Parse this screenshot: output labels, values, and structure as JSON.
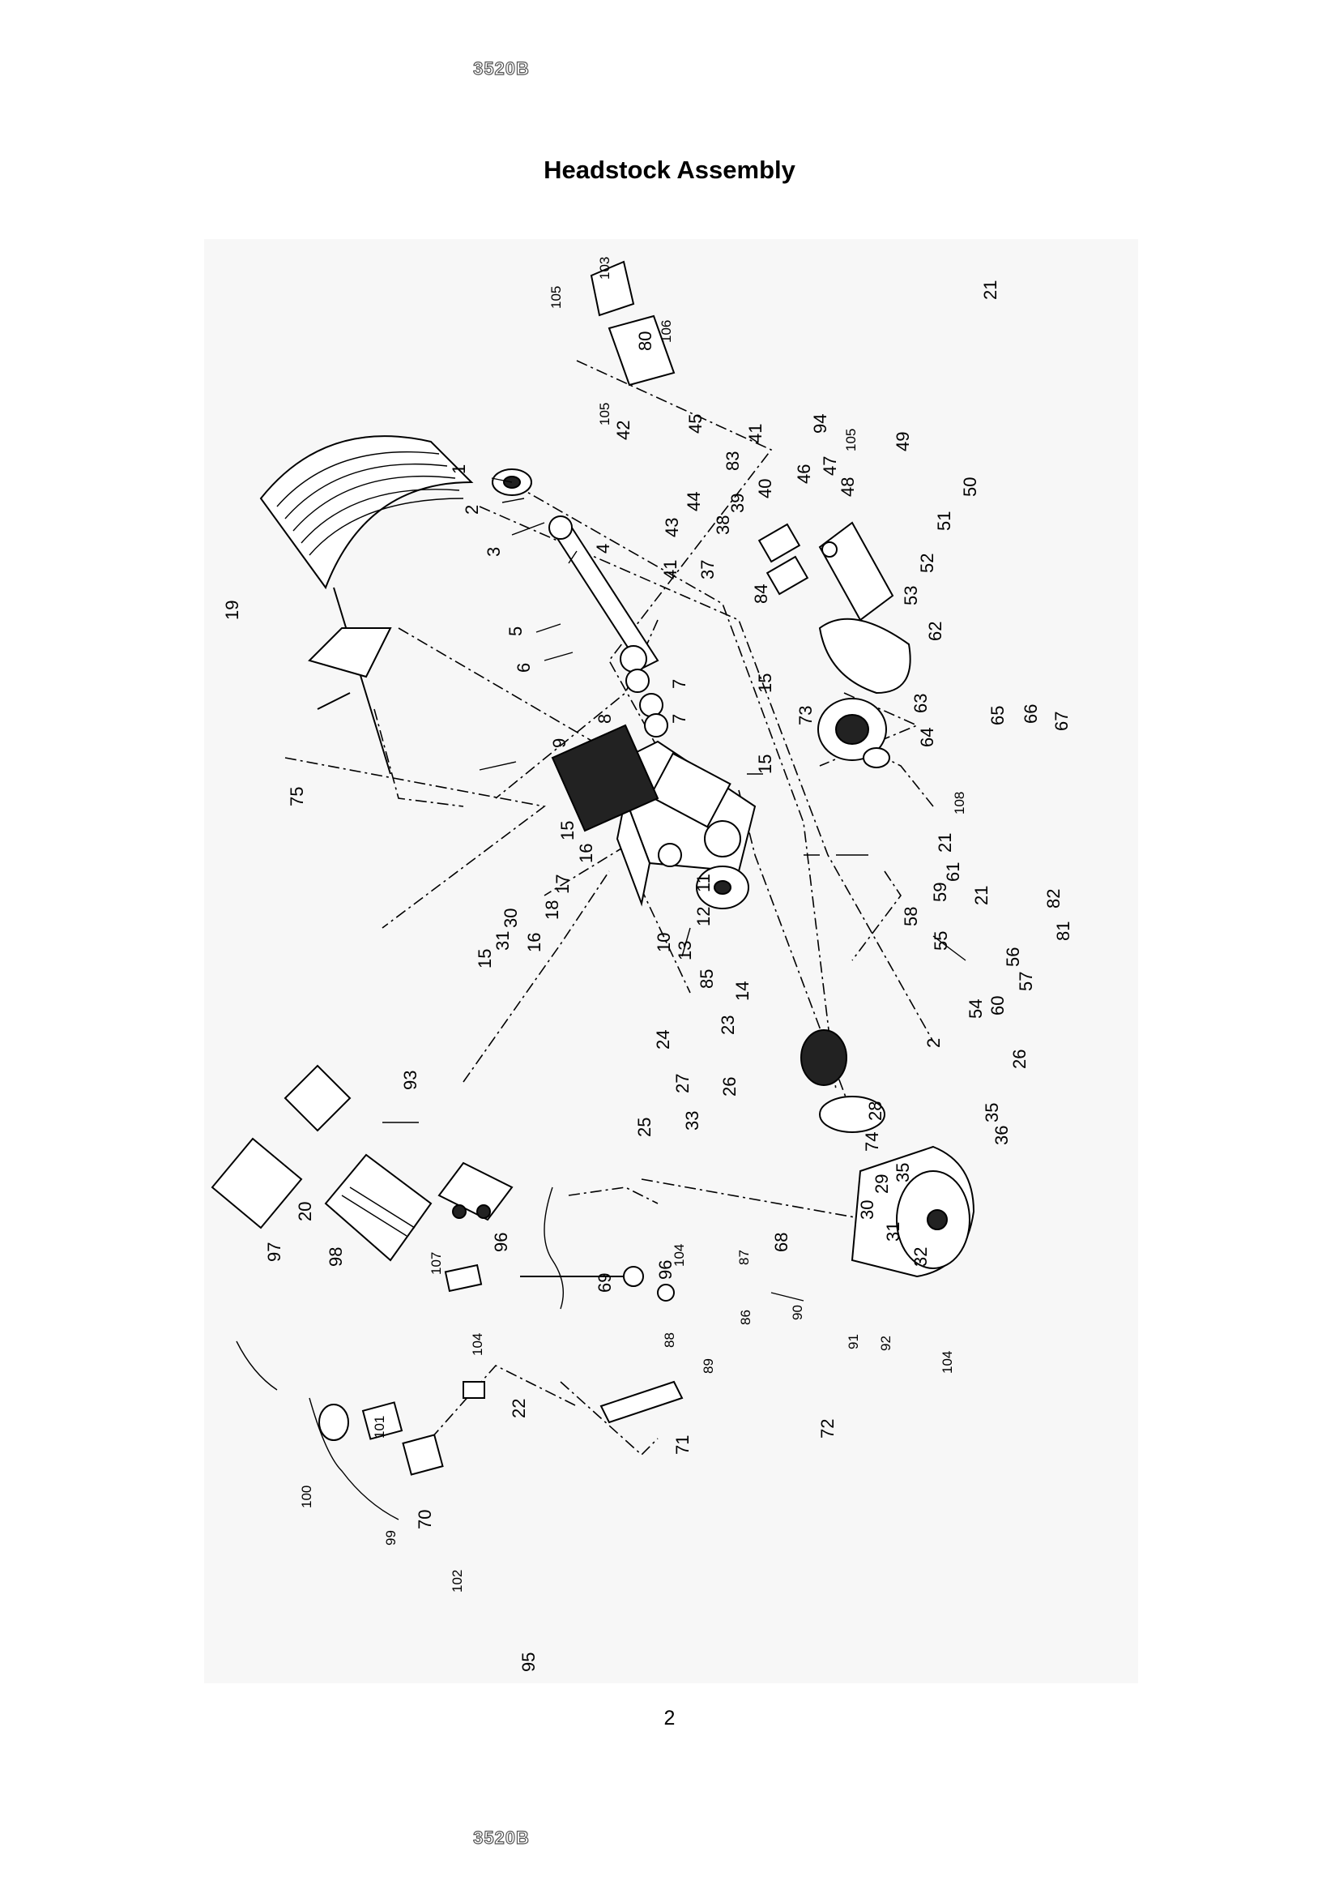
{
  "header": {
    "model": "3520B"
  },
  "title": "Headstock Assembly",
  "footer": {
    "page_number": "2",
    "model": "3520B"
  },
  "callouts": [
    {
      "id": "c1",
      "label": "1"
    },
    {
      "id": "c2a",
      "label": "2"
    },
    {
      "id": "c3",
      "label": "3"
    },
    {
      "id": "c4",
      "label": "4"
    },
    {
      "id": "c5",
      "label": "5"
    },
    {
      "id": "c6",
      "label": "6"
    },
    {
      "id": "c7a",
      "label": "7"
    },
    {
      "id": "c7b",
      "label": "7"
    },
    {
      "id": "c8",
      "label": "8"
    },
    {
      "id": "c9",
      "label": "9"
    },
    {
      "id": "c10",
      "label": "10"
    },
    {
      "id": "c11",
      "label": "11"
    },
    {
      "id": "c12",
      "label": "12"
    },
    {
      "id": "c13",
      "label": "13"
    },
    {
      "id": "c14",
      "label": "14"
    },
    {
      "id": "c15a",
      "label": "15"
    },
    {
      "id": "c15b",
      "label": "15"
    },
    {
      "id": "c15c",
      "label": "15"
    },
    {
      "id": "c15d",
      "label": "15"
    },
    {
      "id": "c16a",
      "label": "16"
    },
    {
      "id": "c16b",
      "label": "16"
    },
    {
      "id": "c17",
      "label": "17"
    },
    {
      "id": "c18",
      "label": "18"
    },
    {
      "id": "c19",
      "label": "19"
    },
    {
      "id": "c20",
      "label": "20"
    },
    {
      "id": "c21a",
      "label": "21"
    },
    {
      "id": "c21b",
      "label": "21"
    },
    {
      "id": "c21c",
      "label": "21"
    },
    {
      "id": "c22",
      "label": "22"
    },
    {
      "id": "c23",
      "label": "23"
    },
    {
      "id": "c24",
      "label": "24"
    },
    {
      "id": "c25",
      "label": "25"
    },
    {
      "id": "c26a",
      "label": "26"
    },
    {
      "id": "c26b",
      "label": "26"
    },
    {
      "id": "c27",
      "label": "27"
    },
    {
      "id": "c28",
      "label": "28"
    },
    {
      "id": "c2b",
      "label": "2"
    },
    {
      "id": "c29",
      "label": "29"
    },
    {
      "id": "c30a",
      "label": "30"
    },
    {
      "id": "c30b",
      "label": "30"
    },
    {
      "id": "c31a",
      "label": "31"
    },
    {
      "id": "c31b",
      "label": "31"
    },
    {
      "id": "c32",
      "label": "32"
    },
    {
      "id": "c33",
      "label": "33"
    },
    {
      "id": "c35a",
      "label": "35"
    },
    {
      "id": "c35b",
      "label": "35"
    },
    {
      "id": "c36",
      "label": "36"
    },
    {
      "id": "c37",
      "label": "37"
    },
    {
      "id": "c38",
      "label": "38"
    },
    {
      "id": "c39",
      "label": "39"
    },
    {
      "id": "c40",
      "label": "40"
    },
    {
      "id": "c41a",
      "label": "41"
    },
    {
      "id": "c41b",
      "label": "41"
    },
    {
      "id": "c42",
      "label": "42"
    },
    {
      "id": "c43",
      "label": "43"
    },
    {
      "id": "c44",
      "label": "44"
    },
    {
      "id": "c45",
      "label": "45"
    },
    {
      "id": "c46",
      "label": "46"
    },
    {
      "id": "c47",
      "label": "47"
    },
    {
      "id": "c48",
      "label": "48"
    },
    {
      "id": "c49",
      "label": "49"
    },
    {
      "id": "c50",
      "label": "50"
    },
    {
      "id": "c51",
      "label": "51"
    },
    {
      "id": "c52",
      "label": "52"
    },
    {
      "id": "c53",
      "label": "53"
    },
    {
      "id": "c54",
      "label": "54"
    },
    {
      "id": "c55",
      "label": "55"
    },
    {
      "id": "c56",
      "label": "56"
    },
    {
      "id": "c57",
      "label": "57"
    },
    {
      "id": "c58",
      "label": "58"
    },
    {
      "id": "c59",
      "label": "59"
    },
    {
      "id": "c60",
      "label": "60"
    },
    {
      "id": "c61",
      "label": "61"
    },
    {
      "id": "c62",
      "label": "62"
    },
    {
      "id": "c63",
      "label": "63"
    },
    {
      "id": "c64",
      "label": "64"
    },
    {
      "id": "c65",
      "label": "65"
    },
    {
      "id": "c66",
      "label": "66"
    },
    {
      "id": "c67",
      "label": "67"
    },
    {
      "id": "c68",
      "label": "68"
    },
    {
      "id": "c69",
      "label": "69"
    },
    {
      "id": "c70",
      "label": "70"
    },
    {
      "id": "c71",
      "label": "71"
    },
    {
      "id": "c72",
      "label": "72"
    },
    {
      "id": "c73",
      "label": "73"
    },
    {
      "id": "c74",
      "label": "74"
    },
    {
      "id": "c75",
      "label": "75"
    },
    {
      "id": "c80",
      "label": "80"
    },
    {
      "id": "c81",
      "label": "81"
    },
    {
      "id": "c82",
      "label": "82"
    },
    {
      "id": "c83",
      "label": "83"
    },
    {
      "id": "c84",
      "label": "84"
    },
    {
      "id": "c85",
      "label": "85"
    },
    {
      "id": "c86",
      "label": "86"
    },
    {
      "id": "c87",
      "label": "87"
    },
    {
      "id": "c88",
      "label": "88"
    },
    {
      "id": "c89",
      "label": "89"
    },
    {
      "id": "c90",
      "label": "90"
    },
    {
      "id": "c91",
      "label": "91"
    },
    {
      "id": "c92",
      "label": "92"
    },
    {
      "id": "c93",
      "label": "93"
    },
    {
      "id": "c94",
      "label": "94"
    },
    {
      "id": "c95",
      "label": "95"
    },
    {
      "id": "c96a",
      "label": "96"
    },
    {
      "id": "c96b",
      "label": "96"
    },
    {
      "id": "c97",
      "label": "97"
    },
    {
      "id": "c98",
      "label": "98"
    },
    {
      "id": "c99",
      "label": "99"
    },
    {
      "id": "c100",
      "label": "100"
    },
    {
      "id": "c101",
      "label": "101"
    },
    {
      "id": "c102",
      "label": "102"
    },
    {
      "id": "c103",
      "label": "103"
    },
    {
      "id": "c104a",
      "label": "104"
    },
    {
      "id": "c104b",
      "label": "104"
    },
    {
      "id": "c104c",
      "label": "104"
    },
    {
      "id": "c105a",
      "label": "105"
    },
    {
      "id": "c105b",
      "label": "105"
    },
    {
      "id": "c105c",
      "label": "105"
    },
    {
      "id": "c106",
      "label": "106"
    },
    {
      "id": "c107",
      "label": "107"
    },
    {
      "id": "c108",
      "label": "108"
    }
  ]
}
